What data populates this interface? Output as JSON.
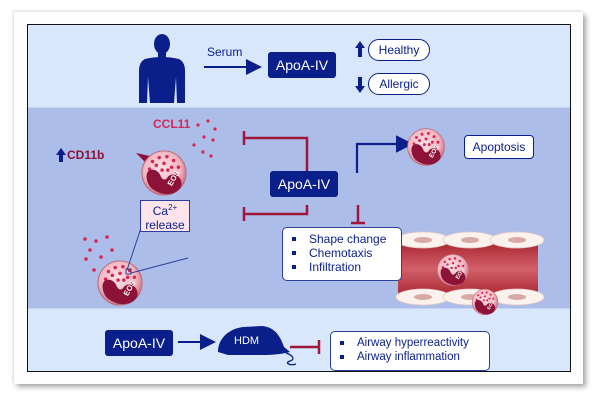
{
  "top": {
    "serum_label": "Serum",
    "apoa_label": "ApoA-IV",
    "healthy_label": "Healthy",
    "allergic_label": "Allergic"
  },
  "middle": {
    "ccl11_label": "CCL11",
    "cd11b_label": "CD11b",
    "apoa_label": "ApoA-IV",
    "apoptosis_label": "Apoptosis",
    "ca_label": "Ca",
    "ca_superscript": "2+",
    "release_label": "release",
    "eos_label": "EOS",
    "effects": [
      "Shape change",
      "Chemotaxis",
      "Infiltration"
    ]
  },
  "bottom": {
    "apoa_label": "ApoA-IV",
    "mouse_label": "HDM",
    "outcomes": [
      "Airway hyperreactivity",
      "Airway inflammation"
    ]
  },
  "colors": {
    "navy": "#0a1f8a",
    "inhibit_red": "#a0163a",
    "ccl11_pink": "#d02a58",
    "top_band": "#d9e7fc",
    "mid_band": "#adbde9"
  }
}
